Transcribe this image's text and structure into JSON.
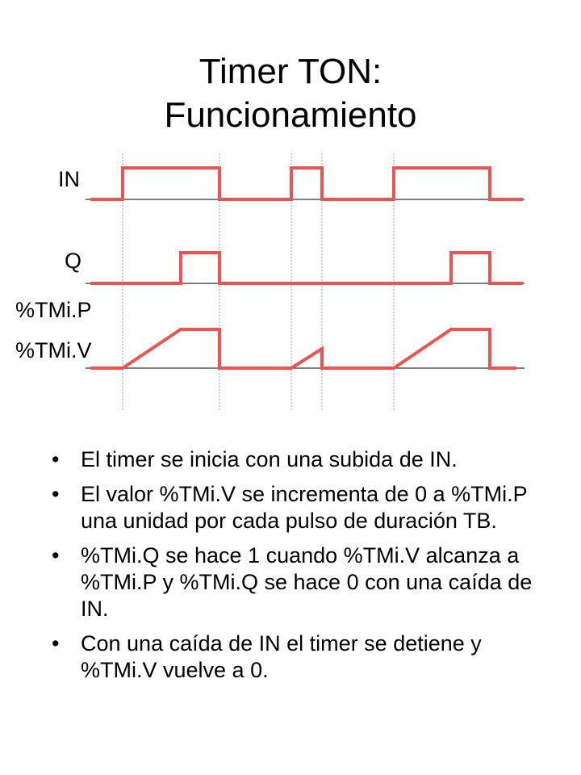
{
  "title": {
    "line1": "Timer TON:",
    "line2": "Funcionamiento"
  },
  "diagram": {
    "signals": [
      {
        "name": "IN",
        "label": "IN"
      },
      {
        "name": "Q",
        "label": "Q"
      },
      {
        "name": "TMi",
        "label_top": "%TMi.P",
        "label_bottom": "%TMi.V"
      }
    ],
    "colors": {
      "signal": "#ef5350",
      "baseline": "#000000",
      "guide": "#9e9e9e"
    }
  },
  "bullets": {
    "marker": "•",
    "items": [
      "El timer se inicia con una subida de IN.",
      "El valor %TMi.V se incrementa de 0 a %TMi.P una unidad por cada pulso de duración TB.",
      "%TMi.Q se hace 1 cuando %TMi.V alcanza a %TMi.P y %TMi.Q se hace 0 con una caída de IN.",
      "Con una caída de IN el timer se detiene y %TMi.V vuelve a 0."
    ]
  }
}
